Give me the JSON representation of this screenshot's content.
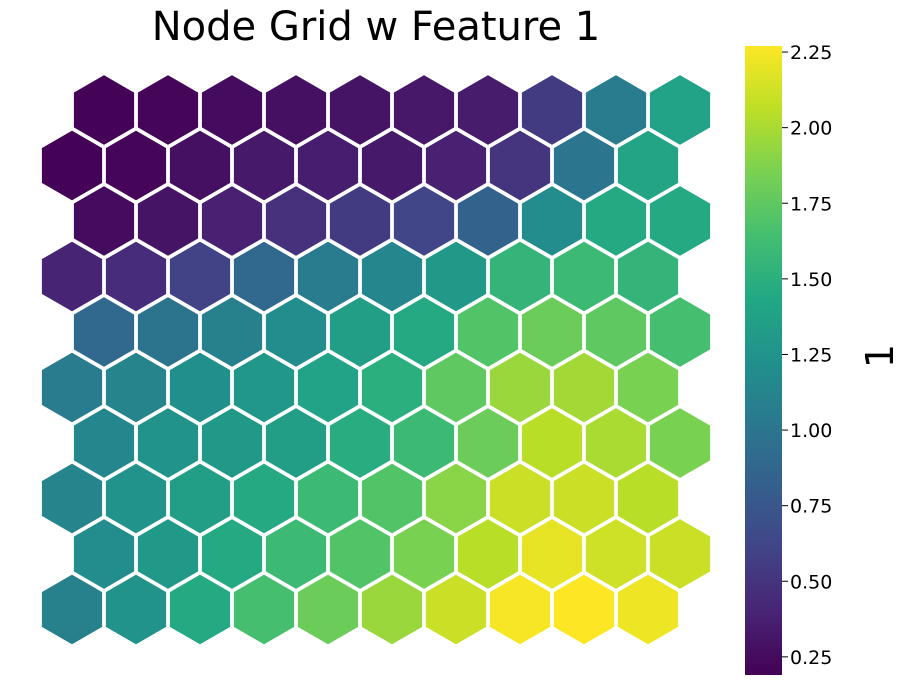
{
  "chart_data": {
    "type": "heatmap",
    "layout": "hexagonal",
    "title": "Node Grid w Feature 1",
    "colorbar_label": "1",
    "colormap": "viridis",
    "vmin": 0.19,
    "vmax": 2.27,
    "colorbar_ticks": [
      "0.25",
      "0.50",
      "0.75",
      "1.00",
      "1.25",
      "1.50",
      "1.75",
      "2.00",
      "2.25"
    ],
    "colorbar_tick_values": [
      0.25,
      0.5,
      0.75,
      1.0,
      1.25,
      1.5,
      1.75,
      2.0,
      2.25
    ],
    "rows": 10,
    "columns": 10,
    "values": [
      [
        0.2,
        0.22,
        0.25,
        0.28,
        0.3,
        0.32,
        0.35,
        0.55,
        1.05,
        1.38
      ],
      [
        0.2,
        0.22,
        0.28,
        0.33,
        0.36,
        0.33,
        0.38,
        0.5,
        1.0,
        1.4
      ],
      [
        0.25,
        0.3,
        0.38,
        0.48,
        0.55,
        0.62,
        0.85,
        1.2,
        1.45,
        1.45
      ],
      [
        0.4,
        0.45,
        0.6,
        0.9,
        1.05,
        1.15,
        1.3,
        1.55,
        1.6,
        1.55
      ],
      [
        0.9,
        0.98,
        1.1,
        1.2,
        1.35,
        1.45,
        1.7,
        1.8,
        1.75,
        1.65
      ],
      [
        1.05,
        1.12,
        1.22,
        1.28,
        1.38,
        1.5,
        1.75,
        1.95,
        1.98,
        1.85
      ],
      [
        1.15,
        1.25,
        1.3,
        1.35,
        1.48,
        1.6,
        1.8,
        2.05,
        2.0,
        1.85
      ],
      [
        1.12,
        1.25,
        1.35,
        1.45,
        1.6,
        1.7,
        1.9,
        2.1,
        2.1,
        2.05
      ],
      [
        1.2,
        1.3,
        1.45,
        1.6,
        1.7,
        1.85,
        2.05,
        2.2,
        2.12,
        2.1
      ],
      [
        1.1,
        1.25,
        1.45,
        1.65,
        1.8,
        1.95,
        2.1,
        2.25,
        2.27,
        2.22
      ]
    ]
  }
}
